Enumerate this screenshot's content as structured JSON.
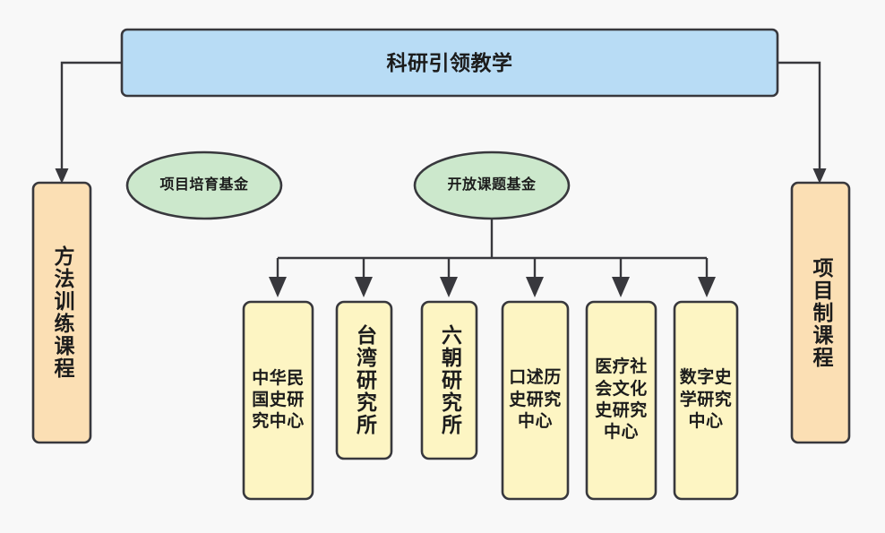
{
  "diagram": {
    "title_node": {
      "id": "root",
      "label": "科研引领教学",
      "shape": "rounded-rect",
      "fill": "#b8dcf5",
      "stroke": "#38383d"
    },
    "funds": [
      {
        "id": "fund-incubation",
        "label": "项目培育基金",
        "shape": "ellipse",
        "fill": "#cce8cc"
      },
      {
        "id": "fund-open-topic",
        "label": "开放课题基金",
        "shape": "ellipse",
        "fill": "#cce8cc"
      }
    ],
    "courses": [
      {
        "id": "course-method-training",
        "label": "方法训练课程",
        "shape": "rounded-rect",
        "fill": "#fbdfb4",
        "orientation": "vertical"
      },
      {
        "id": "course-project-based",
        "label": "项目制课程",
        "shape": "rounded-rect",
        "fill": "#fbdfb4",
        "orientation": "vertical"
      }
    ],
    "centers": [
      {
        "id": "center-roc-history",
        "label": "中华民国史研究中心",
        "fill": "#fdf5c3"
      },
      {
        "id": "center-taiwan-studies",
        "label": "台湾研究所",
        "fill": "#fdf5c3"
      },
      {
        "id": "center-six-dynasties",
        "label": "六朝研究所",
        "fill": "#fdf5c3"
      },
      {
        "id": "center-oral-history",
        "label": "口述历史研究中心",
        "fill": "#fdf5c3"
      },
      {
        "id": "center-medical-social-cultural-history",
        "label": "医疗社会文化史研究中心",
        "fill": "#fdf5c3"
      },
      {
        "id": "center-digital-history",
        "label": "数字史学研究中心",
        "fill": "#fdf5c3"
      }
    ],
    "colors": {
      "background": "#f8f8f8",
      "line": "#38383d",
      "text": "#1c1c1c",
      "blue_fill": "#b8dcf5",
      "green_fill": "#cce8cc",
      "orange_fill": "#fbdfb4",
      "yellow_fill": "#fdf5c3"
    }
  }
}
